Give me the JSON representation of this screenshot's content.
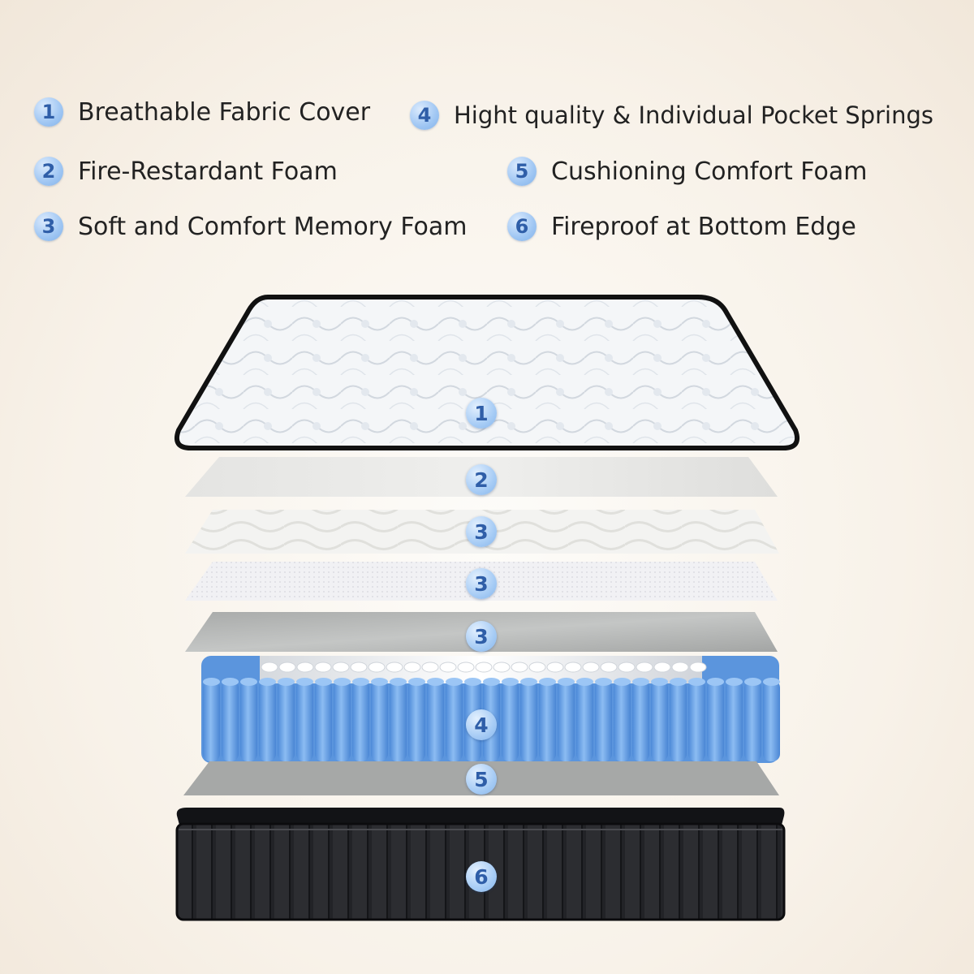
{
  "legend": [
    {
      "number": "1",
      "label": "Breathable Fabric Cover"
    },
    {
      "number": "2",
      "label": "Fire-Restardant Foam"
    },
    {
      "number": "3",
      "label": "Soft and Comfort Memory Foam"
    },
    {
      "number": "4",
      "label": "Hight quality & Individual Pocket Springs"
    },
    {
      "number": "5",
      "label": "Cushioning Comfort Foam"
    },
    {
      "number": "6",
      "label": "Fireproof at Bottom Edge"
    }
  ],
  "layers": [
    {
      "number": "1",
      "kind": "quilted-cover"
    },
    {
      "number": "2",
      "kind": "foam-sheet"
    },
    {
      "number": "3",
      "kind": "memory-foam-wave"
    },
    {
      "number": "3",
      "kind": "memory-foam-textured"
    },
    {
      "number": "3",
      "kind": "memory-foam-gray"
    },
    {
      "number": "4",
      "kind": "pocket-springs"
    },
    {
      "number": "5",
      "kind": "comfort-foam"
    },
    {
      "number": "6",
      "kind": "fireproof-base"
    }
  ],
  "colors": {
    "badge_text": "#2f5ea8",
    "spring_blue": "#6fa6e8",
    "base_black": "#1c1d20",
    "cover_white": "#f4f6f8"
  }
}
